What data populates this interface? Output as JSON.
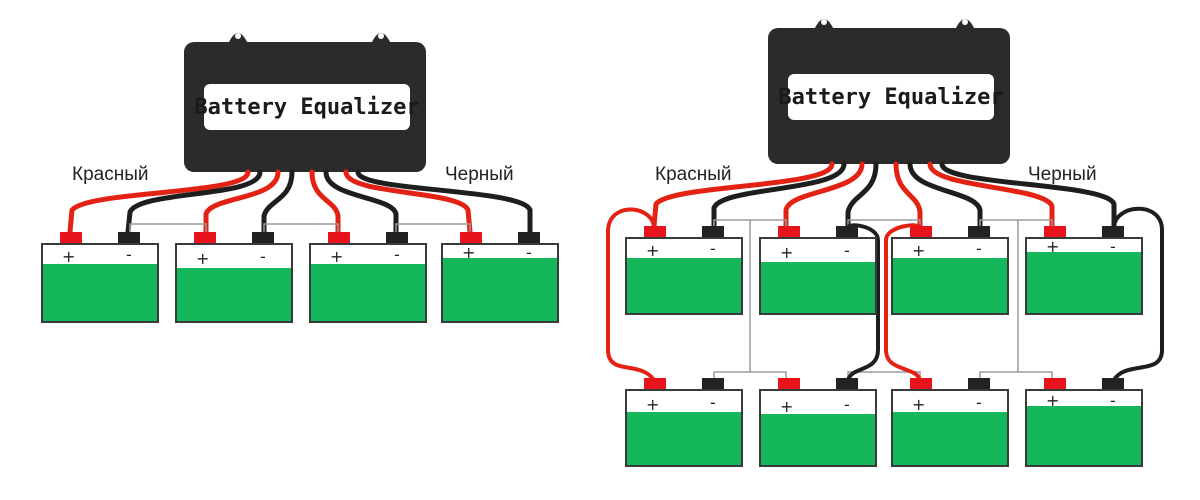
{
  "diagrams": [
    {
      "id": "left",
      "equalizer_label": "Battery Equalizer",
      "red_label": "Красный",
      "black_label": "Черный",
      "battery_rows": 1
    },
    {
      "id": "right",
      "equalizer_label": "Battery Equalizer",
      "red_label": "Красный",
      "black_label": "Черный",
      "battery_rows": 2
    }
  ],
  "battery": {
    "plus_sign": "+",
    "minus_sign": "-"
  },
  "colors": {
    "equalizer_body": "#2b2b2b",
    "label_plate": "#ffffff",
    "red_wire": "#e32214",
    "black_wire": "#1e1e1e",
    "battery_fill": "#14b85a",
    "battery_outline": "#3a3a3a",
    "red_terminal": "#e8141c",
    "black_terminal": "#222222",
    "link_wire": "#9a9a9a"
  }
}
